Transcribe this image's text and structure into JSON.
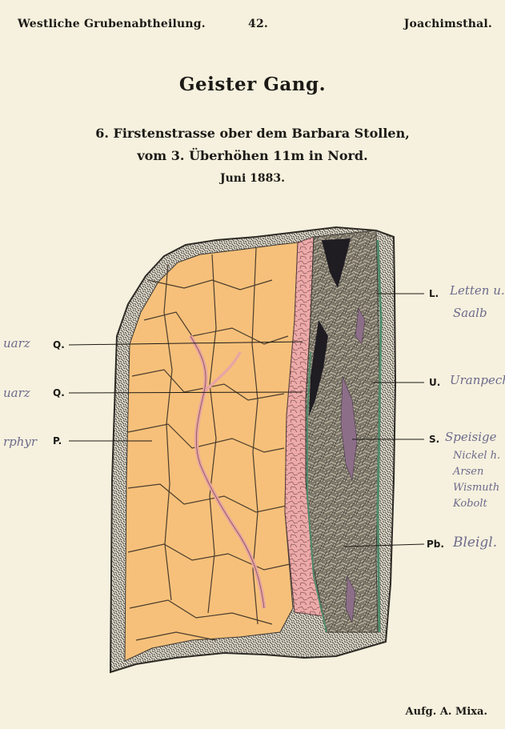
{
  "header": {
    "left": "Westliche Grubenabtheilung.",
    "center": "42.",
    "right": "Joachimsthal."
  },
  "title": "Geister Gang.",
  "subtitle": {
    "line1": "6. Firstenstrasse ober dem Barbara Stollen,",
    "line2": "vom 3. Überhöhen 11m in Nord.",
    "line3": "Juni 1883."
  },
  "labels_left": [
    {
      "code": "Q.",
      "margin_note": "uarz"
    },
    {
      "code": "Q.",
      "margin_note": "uarz"
    },
    {
      "code": "P.",
      "margin_note": "rphyr"
    }
  ],
  "labels_right": [
    {
      "code": "L.",
      "note": "Letten u.",
      "note2": "Saalb"
    },
    {
      "code": "U.",
      "note": "Uranpech"
    },
    {
      "code": "S.",
      "note": "Speisige",
      "note_lines": [
        "Nickel h.",
        "Arsen",
        "Wismuth",
        "Kobolt"
      ]
    },
    {
      "code": "Pb.",
      "note": "Bleigl."
    }
  ],
  "credit": "Aufg. A. Mixa.",
  "colors": {
    "paper": "#f6f1de",
    "porphyry": "#f6c07a",
    "quartz_vein": "#e9a5a3",
    "uranium": "#1f1c22",
    "gangue": "#7a7466",
    "speiss": "#8d6e88",
    "green_edge": "#4f8a6a",
    "rock_border": "#3a3631"
  }
}
